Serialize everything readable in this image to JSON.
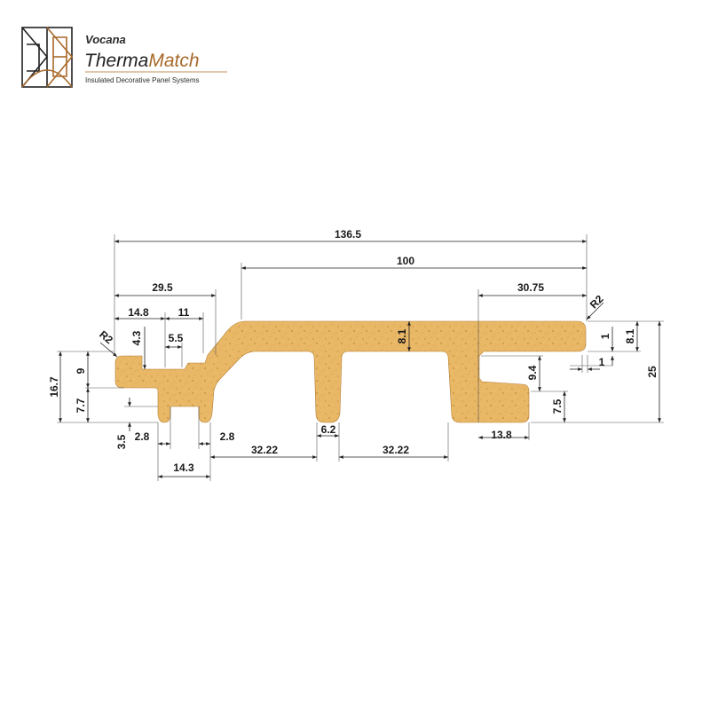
{
  "brand": {
    "company": "Vocana",
    "product_part1": "Therma",
    "product_part2": "Match",
    "tagline": "Insulated Decorative Panel Systems",
    "colors": {
      "dark": "#222222",
      "accent": "#a8692a",
      "panel": "#e9b867",
      "panel_speck": "#c98f3c"
    },
    "logo_icon": "geometric-monogram-icon"
  },
  "drawing": {
    "units": "mm",
    "dimensions": {
      "overall_width": "136.5",
      "face_width": "100",
      "left_lip": "29.5",
      "left_a": "14.8",
      "left_b": "11",
      "slot_depth": "4.3",
      "slot_width": "5.5",
      "radius_left": "R2",
      "radius_right": "R2",
      "height_left": "16.7",
      "left_upper": "9",
      "left_lower": "7.7",
      "foot_3_5": "3.5",
      "foot_a": "2.8",
      "foot_b": "2.8",
      "foot_span": "14.3",
      "rib_spacing_1": "32.22",
      "rib_width": "6.2",
      "rib_spacing_2": "32.22",
      "right_flange": "30.75",
      "face_thickness": "8.1",
      "right_thick": "8.1",
      "step_a": "1",
      "step_b": "1",
      "hook_height": "9.4",
      "hook_base": "7.5",
      "overall_height": "25",
      "hook_width": "13.8"
    }
  }
}
